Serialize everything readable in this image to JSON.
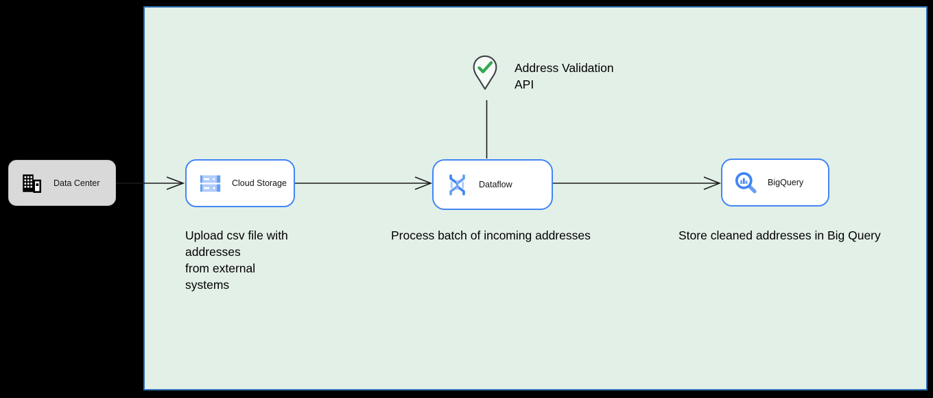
{
  "external_node": {
    "label": "Data Center",
    "icon": "building-icon"
  },
  "nodes": [
    {
      "id": "cloud-storage",
      "label": "Cloud Storage",
      "icon": "cloud-storage-icon",
      "description": "Upload csv file with\naddresses\nfrom external\nsystems"
    },
    {
      "id": "dataflow",
      "label": "Dataflow",
      "icon": "dataflow-icon",
      "description": "Process batch of incoming addresses"
    },
    {
      "id": "bigquery",
      "label": "BigQuery",
      "icon": "bigquery-icon",
      "description": "Store cleaned addresses in Big Query"
    }
  ],
  "annotation": {
    "label": "Address Validation\nAPI",
    "icon": "map-pin-check-icon"
  },
  "colors": {
    "canvas_bg": "#000000",
    "boundary_fill": "#e3f0e7",
    "boundary_border": "#2e6fb2",
    "node_border": "#4285f4",
    "datacenter_fill": "#d9d9d9",
    "arrow": "#1b1b1b",
    "blue": "#4285f4",
    "blue_light": "#669df6",
    "blue_pale": "#aecbfa",
    "check_green": "#34a853",
    "pin_outline": "#3c4043"
  }
}
